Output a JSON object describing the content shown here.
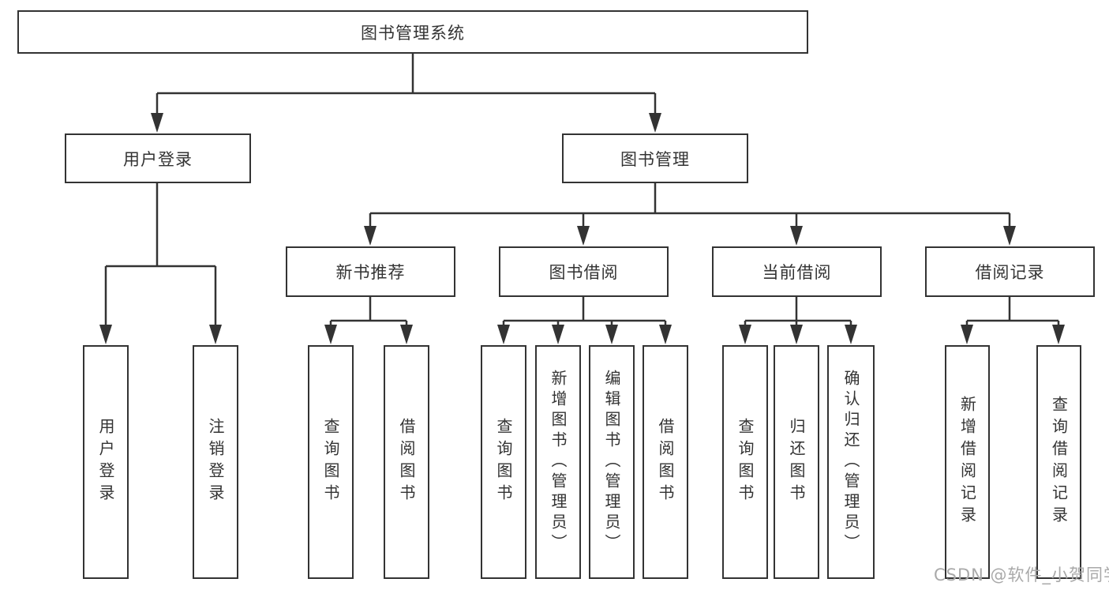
{
  "diagram": {
    "title": "图书管理系统",
    "root": {
      "label": "图书管理系统"
    },
    "level2": [
      {
        "label": "用户登录"
      },
      {
        "label": "图书管理"
      }
    ],
    "level3": [
      {
        "label": "新书推荐"
      },
      {
        "label": "图书借阅"
      },
      {
        "label": "当前借阅"
      },
      {
        "label": "借阅记录"
      }
    ],
    "leaves": {
      "user_login": [
        "用户登录",
        "注销登录"
      ],
      "new_book_recommendation": [
        "查询图书",
        "借阅图书"
      ],
      "book_borrowing": [
        "查询图书",
        "新增图书（管理员）",
        "编辑图书（管理员）",
        "借阅图书"
      ],
      "current_borrowing": [
        "查询图书",
        "归还图书",
        "确认归还（管理员）"
      ],
      "borrowing_records": [
        "新增借阅记录",
        "查询借阅记录"
      ]
    },
    "watermark": "CSDN @软件_小贺同学",
    "colors": {
      "line": "#333333",
      "text": "#333333",
      "box_background": "#ffffff",
      "watermark": "#a9a9a9",
      "background": "#ffffff"
    }
  }
}
